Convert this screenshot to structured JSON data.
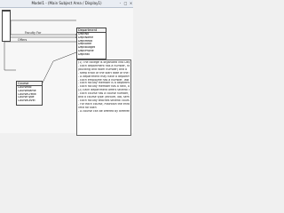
{
  "window": {
    "title": "Model1 - (Main Subject Area / Display1)",
    "controls": [
      "-",
      "□",
      "×"
    ]
  },
  "entities": {
    "left_top": {
      "name": "",
      "fields": []
    },
    "department": {
      "name": "Department",
      "fields": [
        "DeptNo",
        "DeptName",
        "DeptHead",
        "DeptAddr",
        "DeptBudget",
        "DeptPhone",
        "DeptFax"
      ]
    },
    "course": {
      "name": "Course",
      "fields": [
        "CourseNo",
        "CourseName",
        "CourseCredit",
        "CourseType",
        "CourseLevel"
      ]
    }
  },
  "relationships": {
    "faculty_for": "Faculty For",
    "offers": "Offers"
  },
  "notes": [
    "(1) The college is organized into Departments.",
    "- Each department has a number, name, location",
    "  (building and room number) and a",
    "- Keep track of the start date of the dept. head",
    "- A department may have a department head (can",
    "- Each employee has a number, last name, first",
    "- Each faculty member is a department head,",
    "- Each faculty member has a rank, office,",
    "",
    "(2) Each department offers several courses",
    "- Each course has a course number, course",
    "  and a course type (lecture, lab, seminar)",
    "- Each faculty teaches several courses",
    "- For each course, maintain the enrollment",
    "  limit for both",
    "- A course can be offered by different faculty"
  ]
}
